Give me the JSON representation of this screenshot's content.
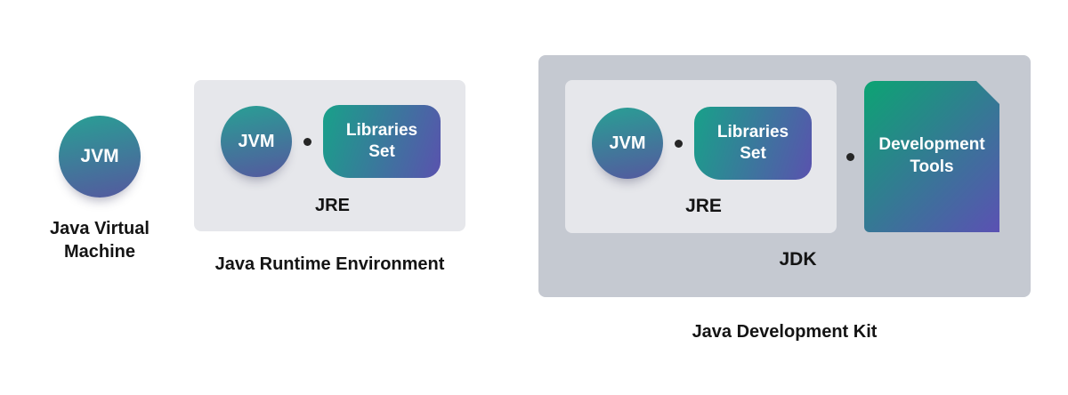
{
  "colors": {
    "background": "#ffffff",
    "jre_box_bg": "#e6e7eb",
    "jdk_box_bg": "#c5c9d1",
    "text_dark": "#141414",
    "dot": "#262626",
    "circle_gradient_start": "#28a094",
    "circle_gradient_end": "#55589f",
    "libs_gradient_start": "#18a189",
    "libs_gradient_end": "#5a52ae",
    "devtools_gradient_start": "#0ca473",
    "devtools_gradient_end": "#5b51b3"
  },
  "standalone": {
    "jvm_label": "JVM",
    "caption": "Java Virtual Machine"
  },
  "jre": {
    "jvm_label": "JVM",
    "libraries_label": "Libraries Set",
    "box_label": "JRE",
    "caption": "Java Runtime Environment"
  },
  "jdk": {
    "jre": {
      "jvm_label": "JVM",
      "libraries_label": "Libraries Set",
      "box_label": "JRE"
    },
    "devtools_label": "Development Tools",
    "box_label": "JDK",
    "caption": "Java Development Kit"
  }
}
